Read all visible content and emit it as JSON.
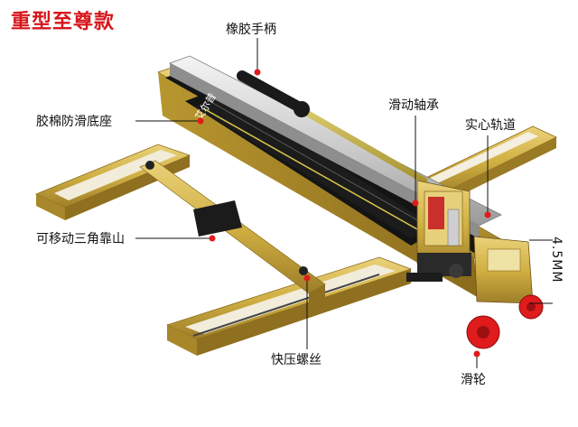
{
  "title": "重型至尊款",
  "callouts": {
    "rubber_handle": "橡胶手柄",
    "sliding_bearing": "滑动轴承",
    "solid_rail": "实心轨道",
    "foam_anti_slip_base": "胶棉防滑底座",
    "movable_triangle": "可移动三角靠山",
    "quick_press_screw": "快压螺丝",
    "pulley": "滑轮",
    "height": "4.5MM"
  },
  "colors": {
    "title": "#d7161b",
    "gold": "#d1b043",
    "gold_dark": "#a8872b",
    "rail": "#c9c9c9",
    "black": "#141414",
    "wheel": "#e01b1b",
    "marker": "#e01b1b"
  },
  "logo_text": "艾尔普"
}
